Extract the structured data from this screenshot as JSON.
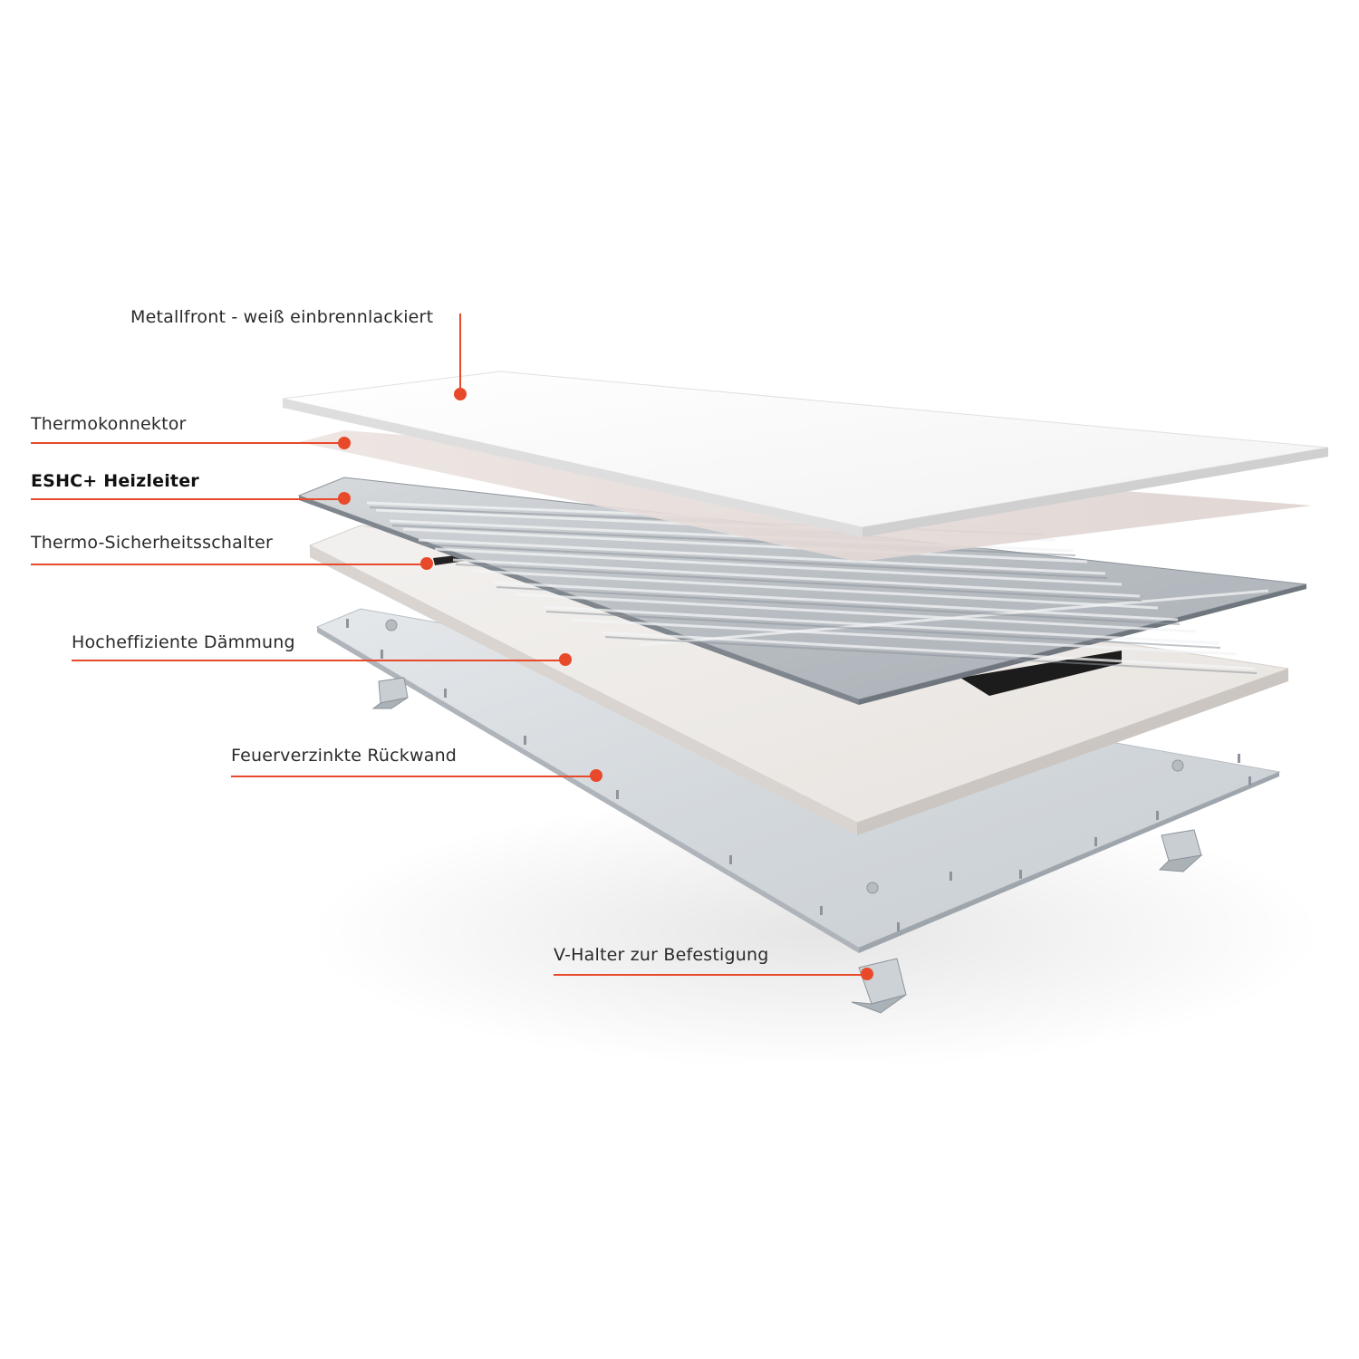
{
  "accent_color": "#e8492a",
  "labels": {
    "metallfront": "Metallfront - weiß einbrennlackiert",
    "thermokonnektor": "Thermokonnektor",
    "heizleiter": "ESHC+ Heizleiter",
    "sicherheitsschalter": "Thermo-Sicherheitsschalter",
    "daemmung": "Hocheffiziente Dämmung",
    "rueckwand": "Feuerverzinkte Rückwand",
    "v_halter": "V-Halter zur Befestigung"
  },
  "layers": [
    {
      "name": "metallfront",
      "color": "#f7f7f7"
    },
    {
      "name": "thermokonnektor",
      "color": "#e6dcd9"
    },
    {
      "name": "heizleiter",
      "color": "#c4c8cc"
    },
    {
      "name": "daemmung",
      "color": "#eeebe8"
    },
    {
      "name": "rueckwand",
      "color": "#d9dde1"
    },
    {
      "name": "v-halter",
      "color": "#c9ced3"
    }
  ]
}
